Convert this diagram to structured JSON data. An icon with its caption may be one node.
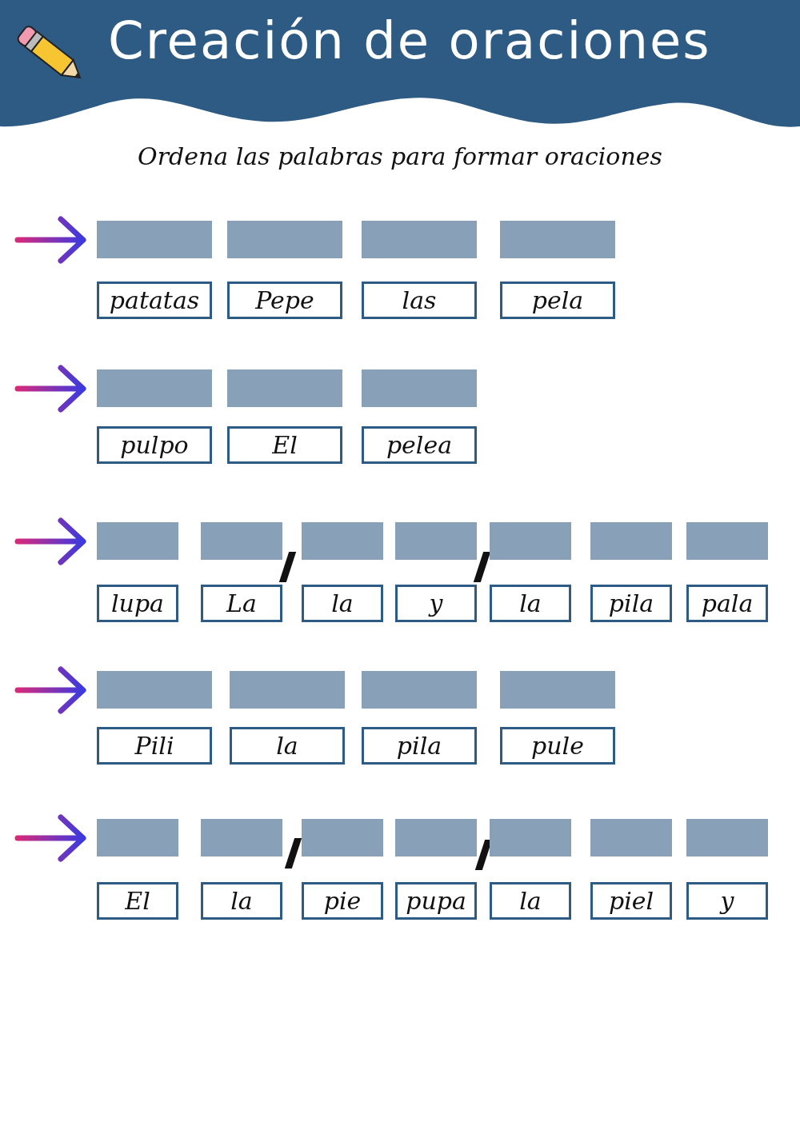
{
  "diagram": {
    "title": "Creación de oraciones",
    "caption": "Ordena las palabras para formar oraciones",
    "nodes": [
      {
        "text": [],
        "shape": "box"
      },
      {
        "text": [],
        "shape": "box"
      },
      {
        "text": [],
        "shape": "box"
      },
      {
        "text": [],
        "shape": "box"
      },
      {
        "text": [
          "patatas"
        ]
      },
      {
        "text": [
          "Pepe"
        ]
      },
      {
        "text": [
          "las"
        ]
      },
      {
        "text": [
          "pela"
        ]
      },
      {
        "text": [],
        "shape": "box"
      },
      {
        "text": [],
        "shape": "box"
      },
      {
        "text": [],
        "shape": "box"
      },
      {
        "text": [
          "pulpo"
        ]
      },
      {
        "text": [
          "El"
        ]
      },
      {
        "text": [
          "pelea"
        ]
      },
      {
        "text": [],
        "shape": "box"
      },
      {
        "text": [],
        "shape": "box"
      },
      {
        "text": [],
        "shape": "box"
      },
      {
        "text": [],
        "shape": "box"
      },
      {
        "text": [],
        "shape": "box"
      },
      {
        "text": [],
        "shape": "box"
      },
      {
        "text": [],
        "shape": "box"
      },
      {
        "text": [
          "lupa"
        ]
      },
      {
        "text": [
          "La"
        ]
      },
      {
        "text": [
          "la"
        ]
      },
      {
        "text": [
          "y"
        ]
      },
      {
        "text": [
          "la"
        ]
      },
      {
        "text": [
          "pila"
        ]
      },
      {
        "text": [
          "pala"
        ]
      },
      {
        "text": [],
        "shape": "box"
      },
      {
        "text": [],
        "shape": "box"
      },
      {
        "text": [],
        "shape": "box"
      },
      {
        "text": [],
        "shape": "box"
      },
      {
        "text": [
          "Pili"
        ]
      },
      {
        "text": [
          "la"
        ]
      },
      {
        "text": [
          "pila"
        ]
      },
      {
        "text": [
          "pule"
        ]
      },
      {
        "text": [],
        "shape": "box"
      },
      {
        "text": [],
        "shape": "box"
      },
      {
        "text": [],
        "shape": "box"
      },
      {
        "text": [],
        "shape": "box"
      },
      {
        "text": [],
        "shape": "box"
      },
      {
        "text": [],
        "shape": "box"
      },
      {
        "text": [],
        "shape": "box"
      },
      {
        "text": [
          "El"
        ]
      },
      {
        "text": [
          "la"
        ]
      },
      {
        "text": [
          "pie"
        ]
      },
      {
        "text": [
          "pupa"
        ]
      },
      {
        "text": [
          "la"
        ]
      },
      {
        "text": [
          "piel"
        ]
      },
      {
        "text": [
          "y"
        ]
      }
    ]
  }
}
